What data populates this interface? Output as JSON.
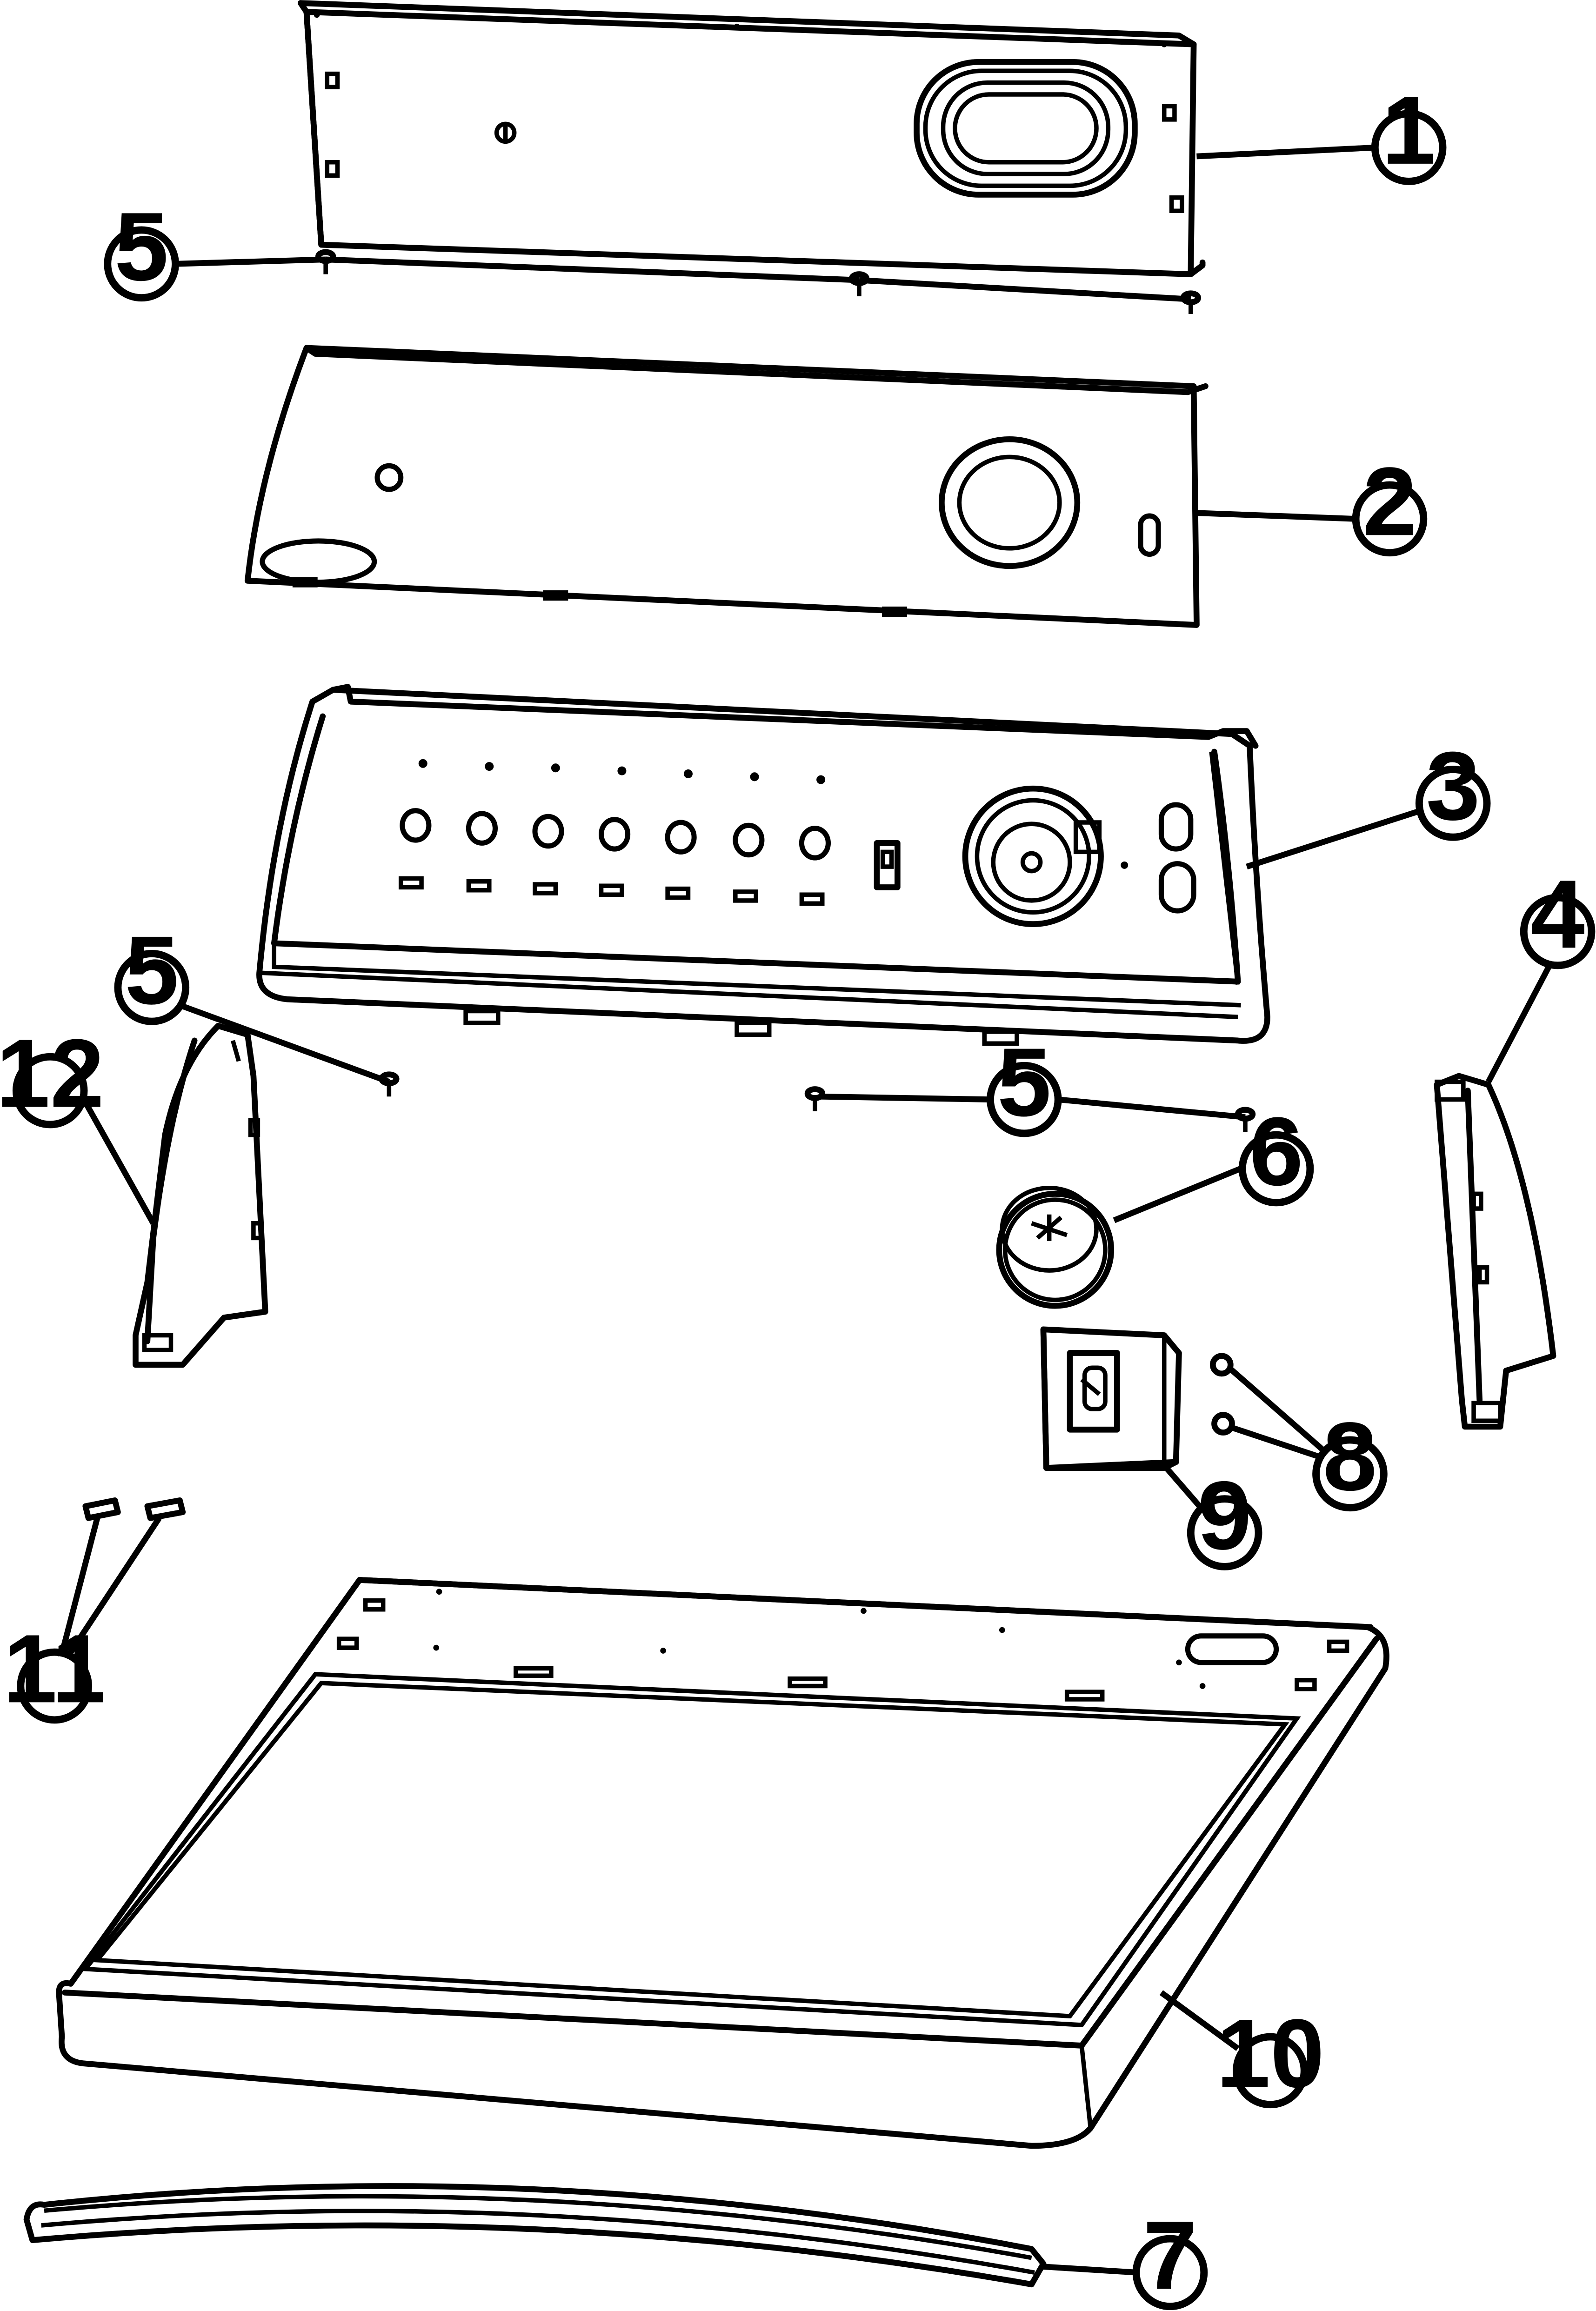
{
  "callouts": {
    "c1": "1",
    "c2": "2",
    "c3": "3",
    "c4": "4",
    "c5a": "5",
    "c5b": "5",
    "c5c": "5",
    "c6": "6",
    "c7": "7",
    "c8": "8",
    "c9": "9",
    "c10": "10",
    "c11": "11",
    "c12": "12"
  },
  "colors": {
    "line": "#000000",
    "background": "#ffffff"
  }
}
